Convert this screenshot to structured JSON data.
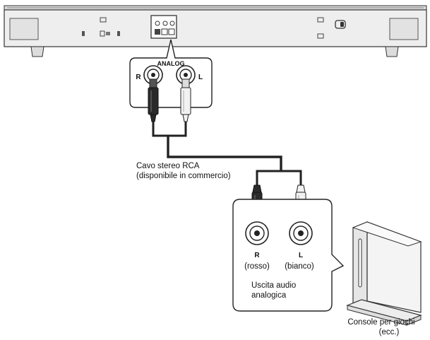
{
  "soundbar": {
    "input_label": "ANALOG",
    "jack_right_label": "R",
    "jack_left_label": "L"
  },
  "cable": {
    "name_line1": "Cavo stereo RCA",
    "name_line2": "(disponibile in commercio)"
  },
  "source_output": {
    "jack_right_label": "R",
    "jack_left_label": "L",
    "right_color": "(rosso)",
    "left_color": "(bianco)",
    "output_line1": "Uscita audio",
    "output_line2": "analogica"
  },
  "device": {
    "name_line1": "Console per giochi",
    "name_line2": "(ecc.)"
  },
  "colors": {
    "line": "#222222",
    "plug_red": "#2a2a2a",
    "plug_white": "#f2f2f2",
    "device_body": "#f4f4f4"
  }
}
